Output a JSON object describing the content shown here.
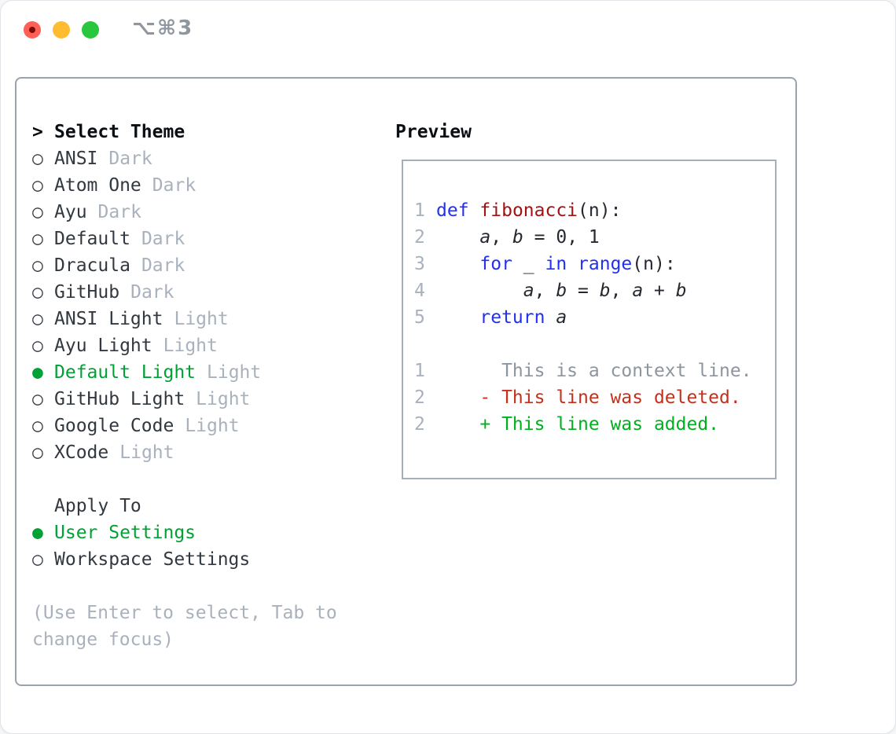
{
  "titlebar": {
    "title": "⌥⌘3"
  },
  "colors": {
    "accent_green": "#00a135",
    "added_green": "#00b01f",
    "deleted_red": "#c5301c",
    "keyword_blue": "#2230f0",
    "function_red": "#a31212",
    "muted_gray": "#a9b1bc",
    "context_gray": "#8e959d",
    "text_dark": "#32383f",
    "panel_border": "#9aa3ad",
    "traffic_red": "#fe5f57",
    "traffic_yellow": "#febc2e",
    "traffic_green": "#28c73e"
  },
  "sidebar": {
    "header": {
      "prompt": ">",
      "label": "Select Theme"
    },
    "themes": [
      {
        "name": "ANSI",
        "variant": "Dark",
        "selected": false
      },
      {
        "name": "Atom One",
        "variant": "Dark",
        "selected": false
      },
      {
        "name": "Ayu",
        "variant": "Dark",
        "selected": false
      },
      {
        "name": "Default",
        "variant": "Dark",
        "selected": false
      },
      {
        "name": "Dracula",
        "variant": "Dark",
        "selected": false
      },
      {
        "name": "GitHub",
        "variant": "Dark",
        "selected": false
      },
      {
        "name": "ANSI Light",
        "variant": "Light",
        "selected": false
      },
      {
        "name": "Ayu Light",
        "variant": "Light",
        "selected": false
      },
      {
        "name": "Default Light",
        "variant": "Light",
        "selected": true
      },
      {
        "name": "GitHub Light",
        "variant": "Light",
        "selected": false
      },
      {
        "name": "Google Code",
        "variant": "Light",
        "selected": false
      },
      {
        "name": "XCode",
        "variant": "Light",
        "selected": false
      }
    ],
    "bullet_selected": "●",
    "bullet_unselected": "○",
    "apply_heading": "Apply To",
    "apply_options": [
      {
        "label": "User Settings",
        "selected": true
      },
      {
        "label": "Workspace Settings",
        "selected": false
      }
    ],
    "help_text": "(Use Enter to select, Tab to change focus)"
  },
  "preview": {
    "title": "Preview",
    "lines": [
      {
        "num": "1",
        "tokens": [
          {
            "t": "def",
            "c": "kw"
          },
          {
            "t": " ",
            "c": "pl"
          },
          {
            "t": "fibonacci",
            "c": "fn"
          },
          {
            "t": "(n):",
            "c": "pl"
          }
        ]
      },
      {
        "num": "2",
        "tokens": [
          {
            "t": "    ",
            "c": "pl"
          },
          {
            "t": "a",
            "c": "it"
          },
          {
            "t": ", ",
            "c": "pl"
          },
          {
            "t": "b",
            "c": "it"
          },
          {
            "t": " = 0, 1",
            "c": "pl"
          }
        ]
      },
      {
        "num": "3",
        "tokens": [
          {
            "t": "    ",
            "c": "pl"
          },
          {
            "t": "for",
            "c": "kw"
          },
          {
            "t": " _ ",
            "c": "pl"
          },
          {
            "t": "in",
            "c": "kw"
          },
          {
            "t": " ",
            "c": "pl"
          },
          {
            "t": "range",
            "c": "kw"
          },
          {
            "t": "(n):",
            "c": "pl"
          }
        ]
      },
      {
        "num": "4",
        "tokens": [
          {
            "t": "        ",
            "c": "pl"
          },
          {
            "t": "a",
            "c": "it"
          },
          {
            "t": ", ",
            "c": "pl"
          },
          {
            "t": "b",
            "c": "it"
          },
          {
            "t": " = ",
            "c": "pl"
          },
          {
            "t": "b",
            "c": "it"
          },
          {
            "t": ", ",
            "c": "pl"
          },
          {
            "t": "a",
            "c": "it"
          },
          {
            "t": " + ",
            "c": "pl"
          },
          {
            "t": "b",
            "c": "it"
          }
        ]
      },
      {
        "num": "5",
        "tokens": [
          {
            "t": "    ",
            "c": "pl"
          },
          {
            "t": "return",
            "c": "kw"
          },
          {
            "t": " ",
            "c": "pl"
          },
          {
            "t": "a",
            "c": "it"
          }
        ]
      },
      {
        "num": "",
        "tokens": []
      },
      {
        "num": "1",
        "tokens": [
          {
            "t": "      This is a context line.",
            "c": "ctx"
          }
        ]
      },
      {
        "num": "2",
        "tokens": [
          {
            "t": "    - This line was deleted.",
            "c": "del"
          }
        ]
      },
      {
        "num": "2",
        "tokens": [
          {
            "t": "    + This line was added.",
            "c": "add"
          }
        ]
      }
    ]
  }
}
